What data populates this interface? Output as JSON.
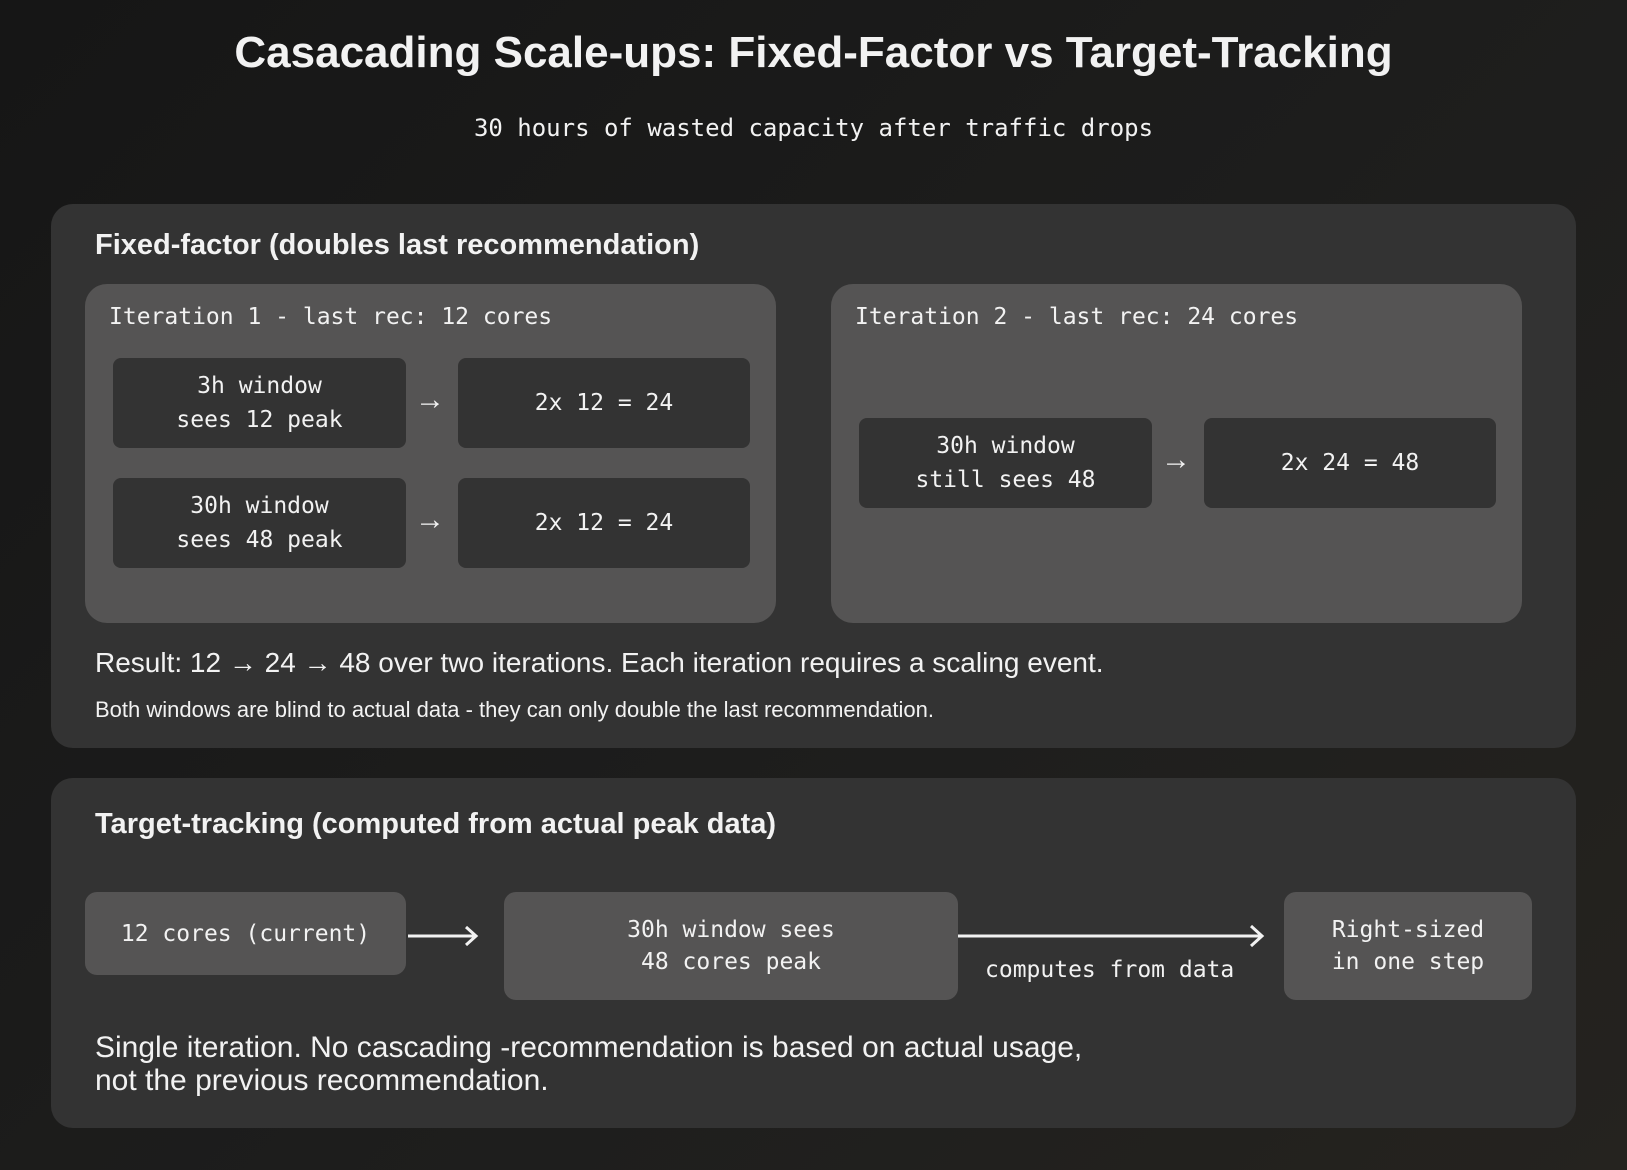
{
  "title": "Casacading Scale-ups: Fixed-Factor vs Target-Tracking",
  "subtitle": "30 hours of wasted capacity after traffic drops",
  "fixed_factor": {
    "heading": "Fixed-factor (doubles last recommendation)",
    "iteration1": {
      "title": "Iteration 1 - last rec: 12 cores",
      "rows": [
        {
          "input": "3h window\nsees 12 peak",
          "output": "2x 12 = 24"
        },
        {
          "input": "30h window\nsees 48 peak",
          "output": "2x 12 = 24"
        }
      ]
    },
    "iteration2": {
      "title": "Iteration 2 - last rec: 24 cores",
      "rows": [
        {
          "input": "30h window\nstill sees 48",
          "output": "2x 24 = 48"
        }
      ]
    },
    "arrow": "→",
    "result": "Result: 12 → 24 → 48 over two iterations. Each iteration requires a scaling event.",
    "note": "Both windows are blind to actual data - they can only double the last recommendation."
  },
  "target_tracking": {
    "heading": "Target-tracking (computed from actual peak data)",
    "current": "12 cores (current)",
    "window": "30h window sees\n48 cores peak",
    "edge_label": "computes from data",
    "outcome": "Right-sized\nin one step",
    "summary_line1": "Single iteration. No cascading -recommendation is based on actual usage,",
    "summary_line2": "not the previous recommendation."
  },
  "colors": {
    "panel": "#333333",
    "box": "#555454",
    "text": "#f2f2f2"
  }
}
